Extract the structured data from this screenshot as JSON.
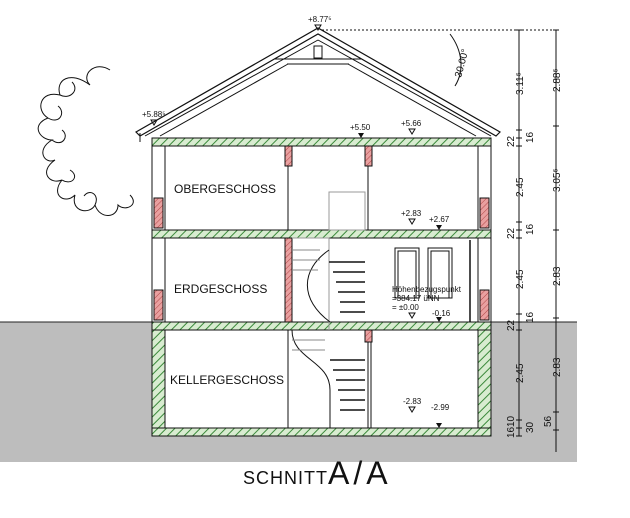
{
  "title": {
    "prefix": "SCHNITT",
    "section": "A/A"
  },
  "rooms": [
    "OBERGESCHOSS",
    "ERDGESCHOSS",
    "KELLERGESCHOSS"
  ],
  "levels": {
    "ridge": "+8.77⁵",
    "eave": "+5.88⁵",
    "attic_floor": "+5.50",
    "attic_top": "+5.66",
    "og_top": "+2.83",
    "og_slab": "+2.67",
    "ref_label": "Höhenbezugspunkt",
    "ref_nn": "=384.17 üNN",
    "ref_zero": "=  ±0.00",
    "eg_slab": "-0.16",
    "kg_top": "-2.83",
    "kg_slab": "-2.99"
  },
  "roof_angle": "30.00°",
  "dims_inner": [
    "3.11⁵",
    "22",
    "16",
    "2.45",
    "22",
    "16",
    "2.45",
    "22",
    "16",
    "2.45",
    "10",
    "16",
    "30"
  ],
  "dims_outer": [
    "2.88⁵",
    "3.05⁵",
    "2.83",
    "2.83",
    "56"
  ],
  "colors": {
    "ground": "#bdbdbd",
    "slab_hatch": "#3c8a3c",
    "slab_fill": "#d8ecd0",
    "masonry": "#d97b7b"
  }
}
